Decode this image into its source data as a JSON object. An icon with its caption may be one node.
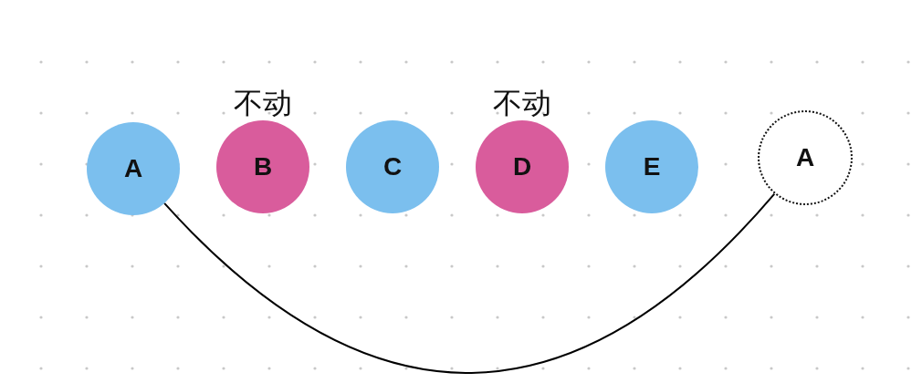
{
  "diagram": {
    "nodes": [
      {
        "text": [
          "A"
        ]
      },
      {
        "text": [
          "B"
        ],
        "beside": [
          "不动"
        ]
      },
      {
        "text": [
          "C"
        ]
      },
      {
        "text": [
          "D"
        ],
        "beside": [
          "不动"
        ]
      },
      {
        "text": [
          "E"
        ]
      },
      {
        "text": [
          "A"
        ]
      }
    ],
    "edges": [
      {
        "from": 0,
        "to": 5,
        "arrow": "none"
      }
    ]
  }
}
